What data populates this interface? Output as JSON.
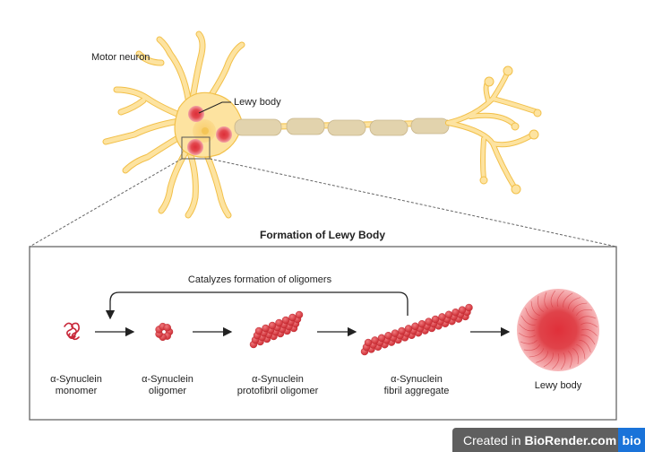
{
  "neuron": {
    "title": "Motor neuron",
    "lewy_body_label": "Lewy body",
    "colors": {
      "cell": "#fde3a0",
      "outline": "#f2c04a",
      "myelin": "#e2d3ad",
      "lewy": "#e0434a"
    }
  },
  "formation": {
    "title": "Formation of Lewy Body",
    "feedback_label": "Catalyzes formation of oligomers",
    "stages": [
      {
        "line1": "α-Synuclein",
        "line2": "monomer"
      },
      {
        "line1": "α-Synuclein",
        "line2": "oligomer"
      },
      {
        "line1": "α-Synuclein",
        "line2": "protofibril oligomer"
      },
      {
        "line1": "α-Synuclein",
        "line2": "fibril aggregate"
      },
      {
        "line1": "Lewy body",
        "line2": ""
      }
    ]
  },
  "badge": {
    "prefix": "Created in ",
    "brand": "BioRender.com",
    "logo": "bio"
  }
}
